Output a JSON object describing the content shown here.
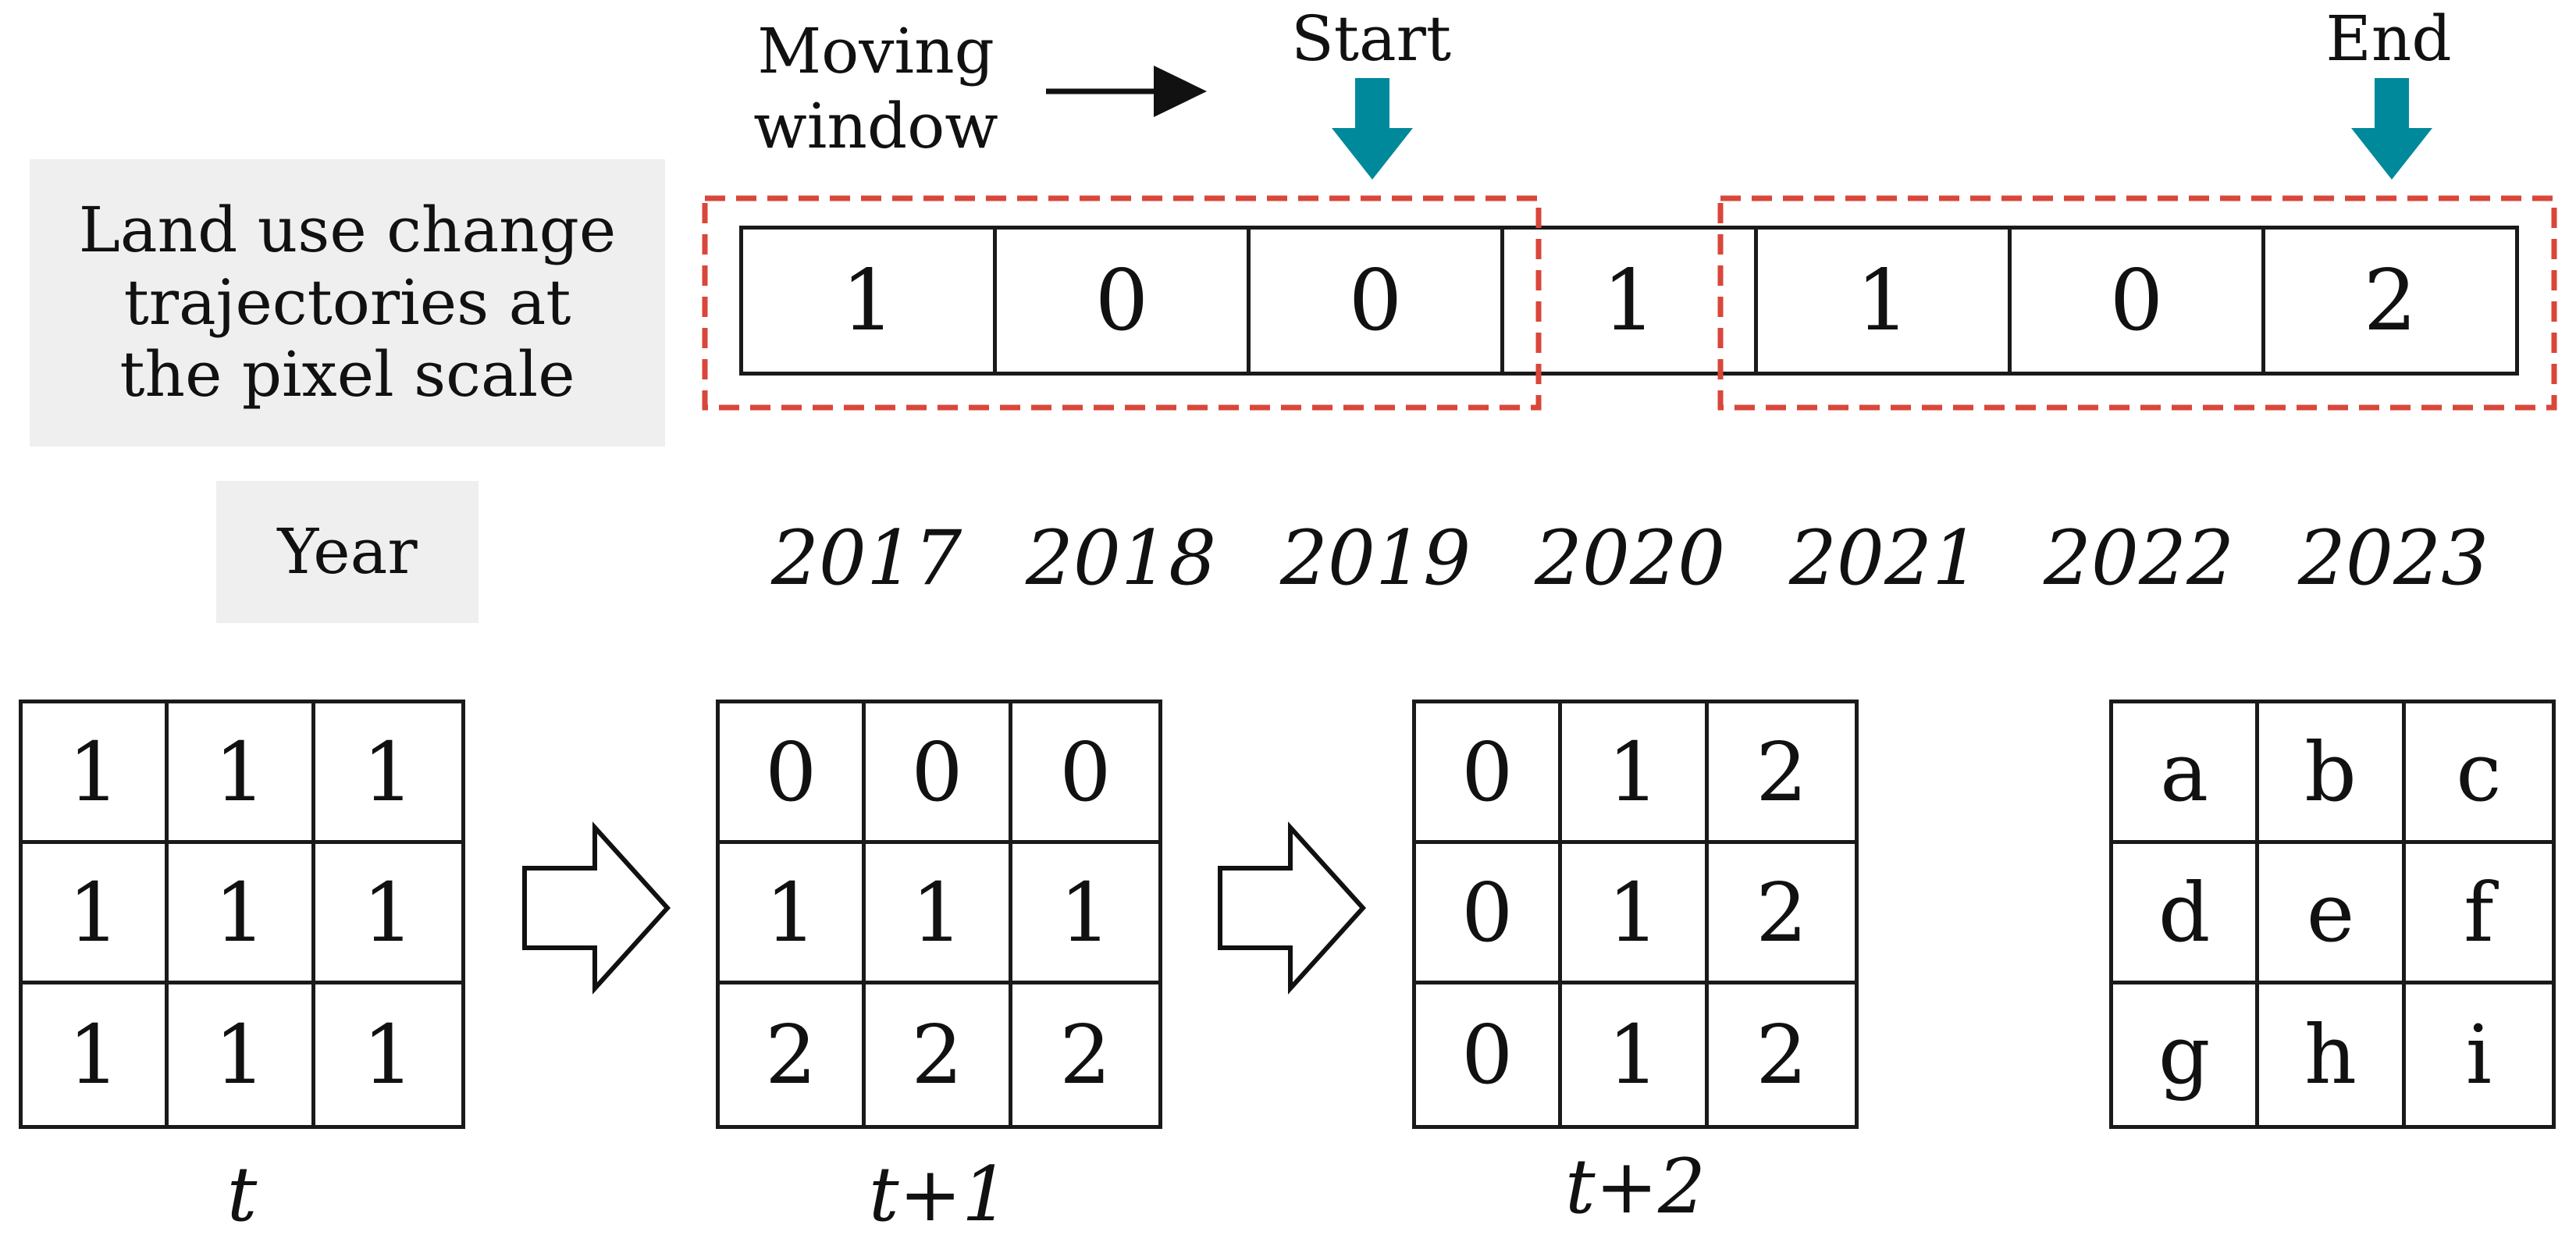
{
  "row_label": [
    "Land use change",
    "trajectories at",
    "the pixel scale"
  ],
  "year_label": "Year",
  "moving_window": [
    "Moving",
    "window"
  ],
  "start_label": "Start",
  "end_label": "End",
  "trajectory": [
    {
      "year": "2017",
      "value": "1"
    },
    {
      "year": "2018",
      "value": "0"
    },
    {
      "year": "2019",
      "value": "0"
    },
    {
      "year": "2020",
      "value": "1"
    },
    {
      "year": "2021",
      "value": "1"
    },
    {
      "year": "2022",
      "value": "0"
    },
    {
      "year": "2023",
      "value": "2"
    }
  ],
  "grids": [
    {
      "caption": "t",
      "cells": [
        "1",
        "1",
        "1",
        "1",
        "1",
        "1",
        "1",
        "1",
        "1"
      ]
    },
    {
      "caption": "t+1",
      "cells": [
        "0",
        "0",
        "0",
        "1",
        "1",
        "1",
        "2",
        "2",
        "2"
      ]
    },
    {
      "caption": "t+2",
      "cells": [
        "0",
        "1",
        "2",
        "0",
        "1",
        "2",
        "0",
        "1",
        "2"
      ]
    },
    {
      "caption": "",
      "cells": [
        "a",
        "b",
        "c",
        "d",
        "e",
        "f",
        "g",
        "h",
        "i"
      ]
    }
  ],
  "colors": {
    "window_border": "#d9463a",
    "marker_arrow": "#00899b",
    "line": "#1a1a1a",
    "label_bg": "#efefef"
  },
  "icons": [
    "arrow-right-icon",
    "arrow-down-icon",
    "hollow-arrow-right-icon"
  ]
}
